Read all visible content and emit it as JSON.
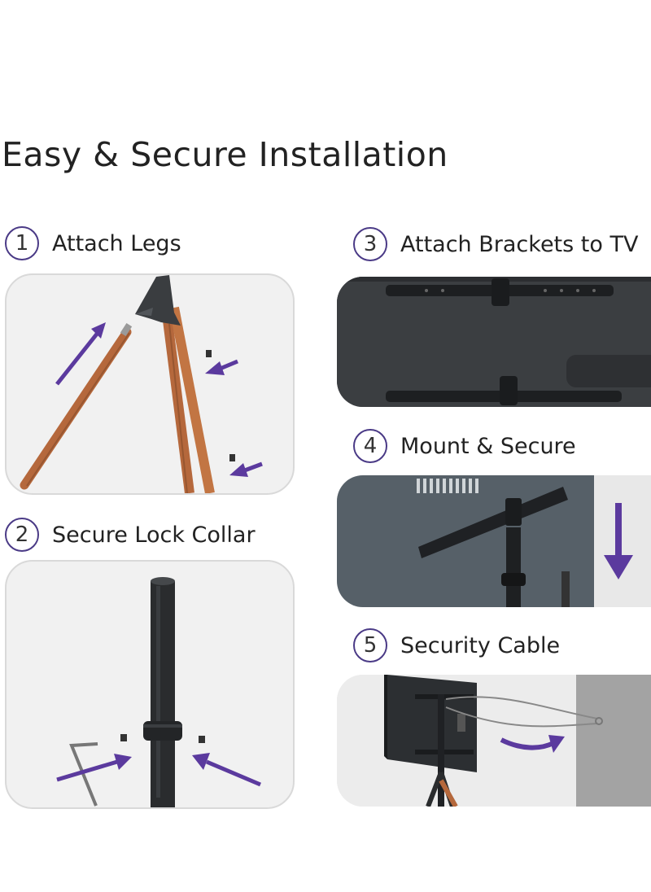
{
  "title": "Easy & Secure Installation",
  "steps": [
    {
      "num": "1",
      "label": "Attach Legs"
    },
    {
      "num": "2",
      "label": "Secure Lock Collar"
    },
    {
      "num": "3",
      "label": "Attach Brackets to TV"
    },
    {
      "num": "4",
      "label": "Mount & Secure"
    },
    {
      "num": "5",
      "label": "Security Cable"
    }
  ],
  "colors": {
    "accent": "#5b3a9e",
    "circle": "#4a3a86",
    "wood": "#b5683c",
    "pole": "#2a2c2e"
  }
}
